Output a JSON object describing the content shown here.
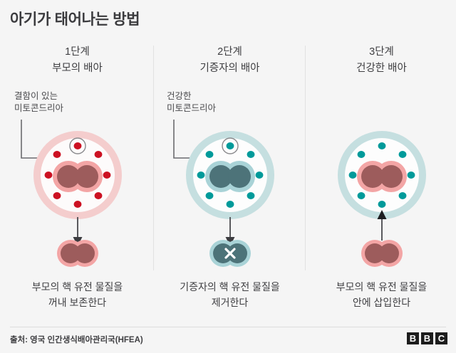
{
  "title": "아기가 태어나는 방법",
  "palette": {
    "background": "#f5f5f5",
    "defective_mito": "#cc1122",
    "healthy_mito": "#009a9a",
    "parent_outer_ring": "#f4cdcd",
    "parent_nucleus_halo": "#f3a5a5",
    "parent_nucleus": "#9d5c5c",
    "donor_outer_ring": "#c5dfe0",
    "donor_nucleus_halo": "#a9d3d7",
    "donor_nucleus": "#4d7379",
    "divider": "#e2e2e2",
    "arrow": "#5a5a5e",
    "text": "#3f3f42"
  },
  "columns": [
    {
      "step": "1단계",
      "subject": "부모의 배아",
      "callout": [
        "결함이 있는",
        "미토콘드리아"
      ],
      "caption": [
        "부모의 핵 유전 물질을",
        "꺼내 보존한다"
      ],
      "embryo_type": "parent",
      "mitochondria_color": "defective",
      "nucleus_color": "parent",
      "mitochondria_count": 8,
      "arrow_direction": "down",
      "extracted_nucleus": "parent",
      "extracted_marker": "none"
    },
    {
      "step": "2단계",
      "subject": "기증자의 배아",
      "callout": [
        "건강한",
        "미토콘드리아"
      ],
      "caption": [
        "기증자의 핵 유전 물질을",
        "제거한다"
      ],
      "embryo_type": "donor",
      "mitochondria_color": "healthy",
      "nucleus_color": "donor",
      "mitochondria_count": 8,
      "arrow_direction": "down",
      "extracted_nucleus": "donor",
      "extracted_marker": "x-mark"
    },
    {
      "step": "3단계",
      "subject": "건강한 배아",
      "callout": [],
      "caption": [
        "부모의 핵 유전 물질을",
        "안에 삽입한다"
      ],
      "embryo_type": "combined",
      "mitochondria_color": "healthy",
      "nucleus_color": "parent",
      "mitochondria_count": 8,
      "arrow_direction": "up",
      "extracted_nucleus": "parent",
      "extracted_marker": "none"
    }
  ],
  "source": "출처: 영국 인간생식배아관리국(HFEA)",
  "logo": {
    "letters": [
      "B",
      "B",
      "C"
    ]
  }
}
